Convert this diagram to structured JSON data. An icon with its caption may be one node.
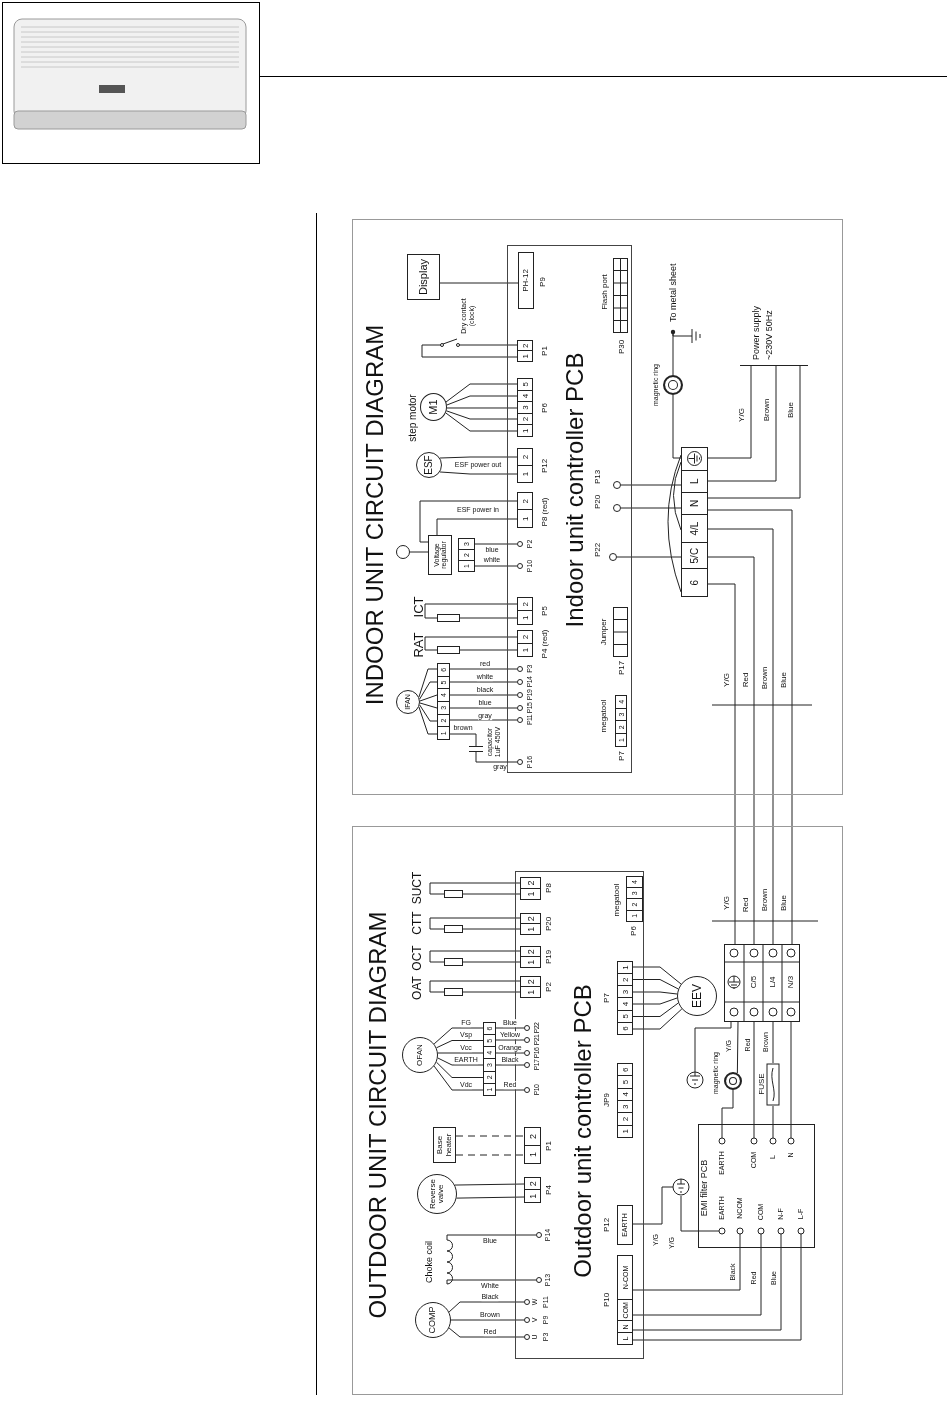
{
  "diagram": {
    "nodes": [
      {
        "text": [
          "INDOOR UNIT CIRCUIT DIAGRAM"
        ]
      },
      {
        "text": [
          "Indoor unit controller PCB"
        ],
        "in": 0
      },
      {
        "text": [
          "Display"
        ],
        "in": 0
      },
      {
        "text": [
          "PH-12"
        ],
        "beside": [
          "P9"
        ],
        "in": 1
      },
      {
        "text": [],
        "shape": "box",
        "beside": [
          "Flash port",
          "P30"
        ],
        "in": 1
      },
      {
        "text": [],
        "shape": "switch",
        "beside": [
          "Dry contact (clock)"
        ],
        "in": 0
      },
      {
        "text": [
          "1",
          "2"
        ],
        "beside": [
          "P1"
        ],
        "in": 1
      },
      {
        "text": [
          "M1"
        ],
        "beside": [
          "step motor"
        ],
        "in": 0
      },
      {
        "text": [
          "1",
          "2",
          "3",
          "4",
          "5"
        ],
        "beside": [
          "P6"
        ],
        "in": 1
      },
      {
        "text": [
          "ESF"
        ],
        "in": 0
      },
      {
        "text": [
          "1",
          "2"
        ],
        "beside": [
          "P12"
        ],
        "in": 1
      },
      {
        "text": [
          "1",
          "2"
        ],
        "beside": [
          "P8 (red)"
        ],
        "in": 1
      },
      {
        "text": [],
        "shape": "circle",
        "in": 0
      },
      {
        "text": [
          "Voltage regulator"
        ],
        "in": 0
      },
      {
        "text": [
          "1",
          "2",
          "3"
        ],
        "in": 0
      },
      {
        "text": [],
        "shape": "circle",
        "beside": [
          "P2"
        ],
        "in": 1
      },
      {
        "text": [],
        "shape": "circle",
        "beside": [
          "P10"
        ],
        "in": 1
      },
      {
        "text": [],
        "shape": "box",
        "beside": [
          "ICT"
        ],
        "in": 0
      },
      {
        "text": [
          "1",
          "2"
        ],
        "beside": [
          "P5"
        ],
        "in": 1
      },
      {
        "text": [],
        "shape": "box",
        "beside": [
          "RAT"
        ],
        "in": 0
      },
      {
        "text": [
          "1",
          "2"
        ],
        "beside": [
          "P4 (red)"
        ],
        "in": 1
      },
      {
        "text": [
          "IFAN"
        ],
        "in": 0
      },
      {
        "text": [
          "1",
          "2",
          "3",
          "4",
          "5",
          "6"
        ],
        "in": 0
      },
      {
        "text": [],
        "shape": "circle",
        "beside": [
          "P11"
        ],
        "in": 1
      },
      {
        "text": [],
        "shape": "circle",
        "beside": [
          "P15"
        ],
        "in": 1
      },
      {
        "text": [],
        "shape": "circle",
        "beside": [
          "P19"
        ],
        "in": 1
      },
      {
        "text": [],
        "shape": "circle",
        "beside": [
          "P14"
        ],
        "in": 1
      },
      {
        "text": [],
        "shape": "circle",
        "beside": [
          "P3"
        ],
        "in": 1
      },
      {
        "text": [],
        "shape": "capacitor",
        "beside": [
          "capacitor 1uF 450V"
        ],
        "in": 0
      },
      {
        "text": [],
        "shape": "circle",
        "beside": [
          "P16"
        ],
        "in": 1
      },
      {
        "text": [],
        "shape": "box",
        "beside": [
          "Jumper",
          "P17"
        ],
        "in": 1
      },
      {
        "text": [
          "1",
          "2",
          "3",
          "4"
        ],
        "beside": [
          "megatool",
          "P7"
        ],
        "in": 1
      },
      {
        "text": [],
        "shape": "circle",
        "beside": [
          "P13"
        ],
        "in": 1
      },
      {
        "text": [],
        "shape": "circle",
        "beside": [
          "P20"
        ],
        "in": 1
      },
      {
        "text": [],
        "shape": "circle",
        "beside": [
          "P22"
        ],
        "in": 1
      },
      {
        "text": [
          "6",
          "5/C",
          "4/L",
          "N",
          "L"
        ],
        "in": 0
      },
      {
        "text": [],
        "shape": "circle",
        "beside": [
          "magnetic ring"
        ],
        "in": 0
      },
      {
        "text": [
          "To metal sheet"
        ],
        "in": 0
      },
      {
        "text": [],
        "shape": "ground",
        "in": 0
      },
      {
        "text": [
          "Power supply ~230V 50Hz"
        ],
        "in": 0
      },
      {
        "text": [
          "OUTDOOR UNIT CIRCUIT DIAGRAM"
        ]
      },
      {
        "text": [
          "Outdoor unit controller PCB"
        ],
        "in": 40
      },
      {
        "text": [],
        "shape": "box",
        "beside": [
          "SUCT"
        ],
        "in": 40
      },
      {
        "text": [
          "1",
          "2"
        ],
        "beside": [
          "P8"
        ],
        "in": 41
      },
      {
        "text": [],
        "shape": "box",
        "beside": [
          "CTT"
        ],
        "in": 40
      },
      {
        "text": [
          "1",
          "2"
        ],
        "beside": [
          "P20"
        ],
        "in": 41
      },
      {
        "text": [],
        "shape": "box",
        "beside": [
          "OCT"
        ],
        "in": 40
      },
      {
        "text": [
          "1",
          "2"
        ],
        "beside": [
          "P19"
        ],
        "in": 41
      },
      {
        "text": [],
        "shape": "box",
        "beside": [
          "OAT"
        ],
        "in": 40
      },
      {
        "text": [
          "1",
          "2"
        ],
        "beside": [
          "P2"
        ],
        "in": 41
      },
      {
        "text": [
          "1",
          "2",
          "3",
          "4"
        ],
        "beside": [
          "megatool",
          "P6"
        ],
        "in": 41
      },
      {
        "text": [
          "6",
          "5",
          "4",
          "3",
          "2",
          "1"
        ],
        "beside": [
          "P7"
        ],
        "in": 41
      },
      {
        "text": [
          "EEV"
        ],
        "in": 40
      },
      {
        "text": [
          "1",
          "2",
          "3",
          "4",
          "5",
          "6"
        ],
        "beside": [
          "JP9"
        ],
        "in": 41
      },
      {
        "text": [
          "OFAN"
        ],
        "in": 40
      },
      {
        "text": [
          "1",
          "2",
          "3",
          "4",
          "5",
          "6"
        ],
        "in": 40
      },
      {
        "text": [],
        "shape": "circle",
        "beside": [
          "P10"
        ],
        "in": 41
      },
      {
        "text": [],
        "shape": "circle",
        "beside": [
          "P17"
        ],
        "in": 41
      },
      {
        "text": [],
        "shape": "circle",
        "beside": [
          "P16"
        ],
        "in": 41
      },
      {
        "text": [],
        "shape": "circle",
        "beside": [
          "P21"
        ],
        "in": 41
      },
      {
        "text": [],
        "shape": "circle",
        "beside": [
          "P22"
        ],
        "in": 41
      },
      {
        "text": [
          "Base heater"
        ],
        "in": 40
      },
      {
        "text": [
          "1",
          "2"
        ],
        "beside": [
          "P1"
        ],
        "in": 41
      },
      {
        "text": [
          "Reverse valve"
        ],
        "in": 40
      },
      {
        "text": [
          "1",
          "2"
        ],
        "beside": [
          "P4"
        ],
        "in": 41
      },
      {
        "text": [],
        "shape": "coil",
        "beside": [
          "Choke coil"
        ],
        "in": 40
      },
      {
        "text": [],
        "shape": "circle",
        "beside": [
          "P13"
        ],
        "in": 41
      },
      {
        "text": [],
        "shape": "circle",
        "beside": [
          "P14"
        ],
        "in": 41
      },
      {
        "text": [
          "COMP"
        ],
        "in": 40
      },
      {
        "text": [],
        "shape": "circle",
        "beside": [
          "U",
          "P3"
        ],
        "in": 41
      },
      {
        "text": [],
        "shape": "circle",
        "beside": [
          "V",
          "P9"
        ],
        "in": 41
      },
      {
        "text": [],
        "shape": "circle",
        "beside": [
          "W",
          "P11"
        ],
        "in": 41
      },
      {
        "text": [
          "EARTH"
        ],
        "beside": [
          "P12"
        ],
        "in": 41
      },
      {
        "text": [
          "L",
          "N",
          "COM",
          "N-COM"
        ],
        "beside": [
          "P10"
        ],
        "in": 41
      },
      {
        "text": [
          "C/5",
          "L/4",
          "N/3"
        ],
        "in": 40
      },
      {
        "text": [],
        "shape": "circle",
        "beside": [
          "magnetic ring"
        ],
        "in": 40
      },
      {
        "text": [],
        "shape": "ground",
        "in": 40
      },
      {
        "text": [
          "FUSE"
        ],
        "in": 40
      },
      {
        "text": [
          "EMI filter PCB",
          "EARTH",
          "COM",
          "L",
          "N",
          "EARTH",
          "NCOM",
          "COM",
          "N-F",
          "L-F"
        ],
        "in": 40
      },
      {
        "text": [],
        "shape": "ground",
        "in": 40
      }
    ],
    "edges": [
      {
        "from": 2,
        "to": 3,
        "arrow": "none"
      },
      {
        "from": 5,
        "to": 6,
        "arrow": "none"
      },
      {
        "from": 5,
        "to": 6,
        "arrow": "none"
      },
      {
        "from": 7,
        "to": 8,
        "arrow": "none"
      },
      {
        "from": 7,
        "to": 8,
        "arrow": "none"
      },
      {
        "from": 7,
        "to": 8,
        "arrow": "none"
      },
      {
        "from": 7,
        "to": 8,
        "arrow": "none"
      },
      {
        "from": 7,
        "to": 8,
        "arrow": "none"
      },
      {
        "from": 9,
        "to": 10,
        "arrow": "none",
        "label": "ESF power out"
      },
      {
        "from": 9,
        "to": 10,
        "arrow": "none"
      },
      {
        "from": 11,
        "to": 13,
        "arrow": "none",
        "label": "ESF power in"
      },
      {
        "from": 11,
        "to": 13,
        "arrow": "none"
      },
      {
        "from": 12,
        "to": 13,
        "arrow": "none"
      },
      {
        "from": 14,
        "to": 15,
        "arrow": "none",
        "label": "blue"
      },
      {
        "from": 14,
        "to": 16,
        "arrow": "none",
        "label": "white"
      },
      {
        "from": 17,
        "to": 18,
        "arrow": "none"
      },
      {
        "from": 17,
        "to": 18,
        "arrow": "none"
      },
      {
        "from": 19,
        "to": 20,
        "arrow": "none"
      },
      {
        "from": 19,
        "to": 20,
        "arrow": "none"
      },
      {
        "from": 21,
        "to": 22,
        "arrow": "none"
      },
      {
        "from": 21,
        "to": 22,
        "arrow": "none"
      },
      {
        "from": 21,
        "to": 22,
        "arrow": "none"
      },
      {
        "from": 21,
        "to": 22,
        "arrow": "none"
      },
      {
        "from": 21,
        "to": 22,
        "arrow": "none"
      },
      {
        "from": 21,
        "to": 22,
        "arrow": "none"
      },
      {
        "from": 22,
        "to": 27,
        "arrow": "none",
        "label": "red"
      },
      {
        "from": 22,
        "to": 26,
        "arrow": "none",
        "label": "white"
      },
      {
        "from": 22,
        "to": 25,
        "arrow": "none",
        "label": "black"
      },
      {
        "from": 22,
        "to": 24,
        "arrow": "none",
        "label": "blue"
      },
      {
        "from": 22,
        "to": 23,
        "arrow": "none",
        "label": "gray"
      },
      {
        "from": 22,
        "to": 28,
        "arrow": "none",
        "label": "brown"
      },
      {
        "from": 28,
        "to": 29,
        "arrow": "none",
        "label": "gray"
      },
      {
        "from": 32,
        "to": 35,
        "arrow": "none"
      },
      {
        "from": 33,
        "to": 35,
        "arrow": "none"
      },
      {
        "from": 34,
        "to": 35,
        "arrow": "none"
      },
      {
        "from": 35,
        "to": 36,
        "arrow": "none"
      },
      {
        "from": 36,
        "to": 37,
        "arrow": "other"
      },
      {
        "from": 37,
        "to": 38,
        "arrow": "none"
      },
      {
        "from": 35,
        "to": 39,
        "arrow": "none",
        "label": "Y/G"
      },
      {
        "from": 35,
        "to": 39,
        "arrow": "none",
        "label": "Brown"
      },
      {
        "from": 35,
        "to": 39,
        "arrow": "none",
        "label": "Blue"
      },
      {
        "from": 35,
        "to": 74,
        "arrow": "none",
        "label": "Y/G"
      },
      {
        "from": 35,
        "to": 74,
        "arrow": "none",
        "label": "Red"
      },
      {
        "from": 35,
        "to": 74,
        "arrow": "none",
        "label": "Brown"
      },
      {
        "from": 35,
        "to": 74,
        "arrow": "none",
        "label": "Blue"
      },
      {
        "from": 42,
        "to": 43,
        "arrow": "none"
      },
      {
        "from": 42,
        "to": 43,
        "arrow": "none"
      },
      {
        "from": 44,
        "to": 45,
        "arrow": "none"
      },
      {
        "from": 44,
        "to": 45,
        "arrow": "none"
      },
      {
        "from": 46,
        "to": 47,
        "arrow": "none"
      },
      {
        "from": 46,
        "to": 47,
        "arrow": "none"
      },
      {
        "from": 48,
        "to": 49,
        "arrow": "none"
      },
      {
        "from": 48,
        "to": 49,
        "arrow": "none"
      },
      {
        "from": 51,
        "to": 52,
        "arrow": "none"
      },
      {
        "from": 51,
        "to": 52,
        "arrow": "none"
      },
      {
        "from": 51,
        "to": 52,
        "arrow": "none"
      },
      {
        "from": 51,
        "to": 52,
        "arrow": "none"
      },
      {
        "from": 51,
        "to": 52,
        "arrow": "none"
      },
      {
        "from": 51,
        "to": 52,
        "arrow": "none"
      },
      {
        "from": 54,
        "to": 55,
        "arrow": "none"
      },
      {
        "from": 54,
        "to": 55,
        "arrow": "none"
      },
      {
        "from": 54,
        "to": 55,
        "arrow": "none"
      },
      {
        "from": 54,
        "to": 55,
        "arrow": "none"
      },
      {
        "from": 54,
        "to": 55,
        "arrow": "none"
      },
      {
        "from": 54,
        "to": 55,
        "arrow": "none"
      },
      {
        "from": 55,
        "to": 60,
        "arrow": "none",
        "label": "Blue"
      },
      {
        "from": 55,
        "to": 59,
        "arrow": "none",
        "label": "Yellow"
      },
      {
        "from": 55,
        "to": 58,
        "arrow": "none",
        "label": "Orange"
      },
      {
        "from": 55,
        "to": 57,
        "arrow": "none",
        "label": "Black"
      },
      {
        "from": 55,
        "to": 56,
        "arrow": "none",
        "label": "Red"
      },
      {
        "from": 61,
        "to": 62,
        "arrow": "none",
        "style": "dashed"
      },
      {
        "from": 61,
        "to": 62,
        "arrow": "none",
        "style": "dashed"
      },
      {
        "from": 63,
        "to": 64,
        "arrow": "none"
      },
      {
        "from": 63,
        "to": 64,
        "arrow": "none"
      },
      {
        "from": 65,
        "to": 67,
        "arrow": "none",
        "label": "Blue"
      },
      {
        "from": 65,
        "to": 66,
        "arrow": "none",
        "label": "White"
      },
      {
        "from": 68,
        "to": 71,
        "arrow": "none",
        "label": "Black"
      },
      {
        "from": 68,
        "to": 70,
        "arrow": "none",
        "label": "Brown"
      },
      {
        "from": 68,
        "to": 69,
        "arrow": "none",
        "label": "Red"
      },
      {
        "from": 74,
        "to": 75,
        "arrow": "none",
        "label": "Y/G"
      },
      {
        "from": 75,
        "to": 78,
        "arrow": "none"
      },
      {
        "from": 74,
        "to": 76,
        "arrow": "none"
      },
      {
        "from": 74,
        "to": 78,
        "arrow": "none",
        "label": "Red"
      },
      {
        "from": 74,
        "to": 77,
        "arrow": "none",
        "label": "Brown"
      },
      {
        "from": 77,
        "to": 78,
        "arrow": "none"
      },
      {
        "from": 74,
        "to": 78,
        "arrow": "none"
      },
      {
        "from": 79,
        "to": 72,
        "arrow": "none",
        "label": "Y/G"
      },
      {
        "from": 79,
        "to": 78,
        "arrow": "none",
        "label": "Y/G"
      },
      {
        "from": 78,
        "to": 73,
        "arrow": "none",
        "label": "Black"
      },
      {
        "from": 78,
        "to": 73,
        "arrow": "none",
        "label": "Red"
      },
      {
        "from": 78,
        "to": 73,
        "arrow": "none",
        "label": "Blue"
      },
      {
        "from": 78,
        "to": 73,
        "arrow": "none"
      }
    ],
    "labels": [
      "Vdc",
      "EARTH",
      "Vcc",
      "Vsp",
      "FG",
      "Y/G",
      "Red",
      "Brown",
      "Blue"
    ]
  }
}
